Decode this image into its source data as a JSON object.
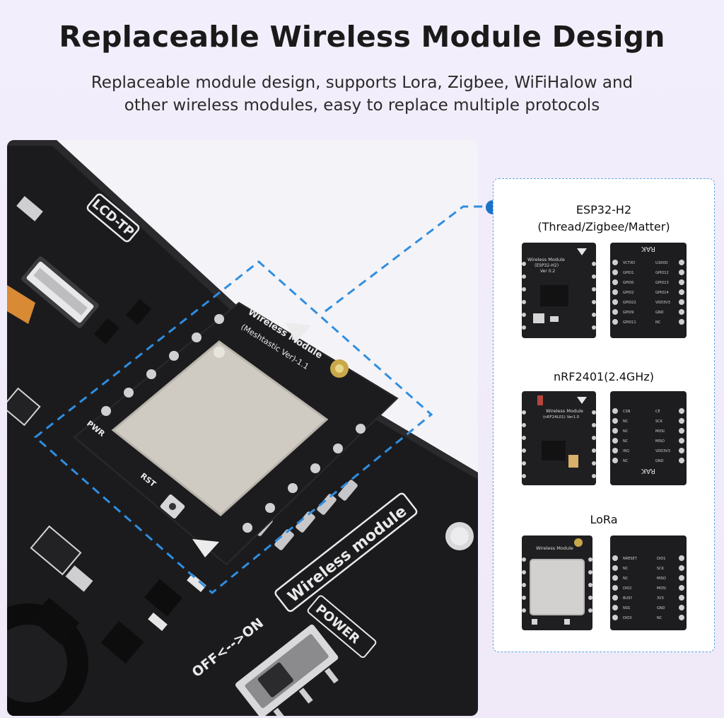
{
  "header": {
    "title": "Replaceable Wireless Module Design",
    "subtitle_line1": "Replaceable module design, supports Lora, Zigbee, WiFiHalow and",
    "subtitle_line2": "other wireless modules, easy to replace multiple protocols"
  },
  "board": {
    "lcd_label": "LCD-TP",
    "module_silk_line1": "Wireless Module",
    "module_silk_line2": "(Meshtastic Ver)-1.1",
    "pwr_label": "PWR",
    "rst_label": "RST",
    "wireless_label": "Wireless module",
    "switch_label": "OFF<-->ON",
    "power_label": "POWER"
  },
  "modules": [
    {
      "name_line1": "ESP32-H2",
      "name_line2": "(Thread/Zigbee/Matter)",
      "front_silk": [
        "Wireless Module",
        "(ESP32-H2)",
        "Ver 0.2"
      ],
      "back_pins_left": [
        "VCTXO",
        "GPIO1",
        "GPIO0",
        "GPIO2",
        "GPIO22",
        "GPIO9",
        "GPIO11"
      ],
      "back_pins_right": [
        "U1RXD",
        "GPIO12",
        "GPIO13",
        "GPIO14",
        "VDD3V3",
        "GND",
        "NC"
      ]
    },
    {
      "name_line1": "nRF2401(2.4GHz)",
      "name_line2": "",
      "front_silk": [
        "Wireless Module",
        "(nRF24L01) Ver1.0"
      ],
      "back_pins_left": [
        "CSN",
        "NC",
        "NC",
        "NC",
        "IRQ",
        "NC"
      ],
      "back_pins_right": [
        "CE",
        "SCK",
        "MOSI",
        "MISO",
        "VDD3V3",
        "GND"
      ]
    },
    {
      "name_line1": "LoRa",
      "name_line2": "",
      "front_silk": [
        "Wireless Module"
      ],
      "back_pins_left": [
        "NRESET",
        "NC",
        "NC",
        "DIO2",
        "BUSY",
        "NSS",
        "DIO3"
      ],
      "back_pins_right": [
        "DIO1",
        "SCK",
        "MISO",
        "MOSI",
        "3V3",
        "GND",
        "NC"
      ]
    }
  ],
  "colors": {
    "accent": "#1a73c9",
    "dash": "#2f8ee0",
    "pcb": "#1c1c1e",
    "shield": "#cfcac2",
    "silk": "#e9e9e9"
  }
}
